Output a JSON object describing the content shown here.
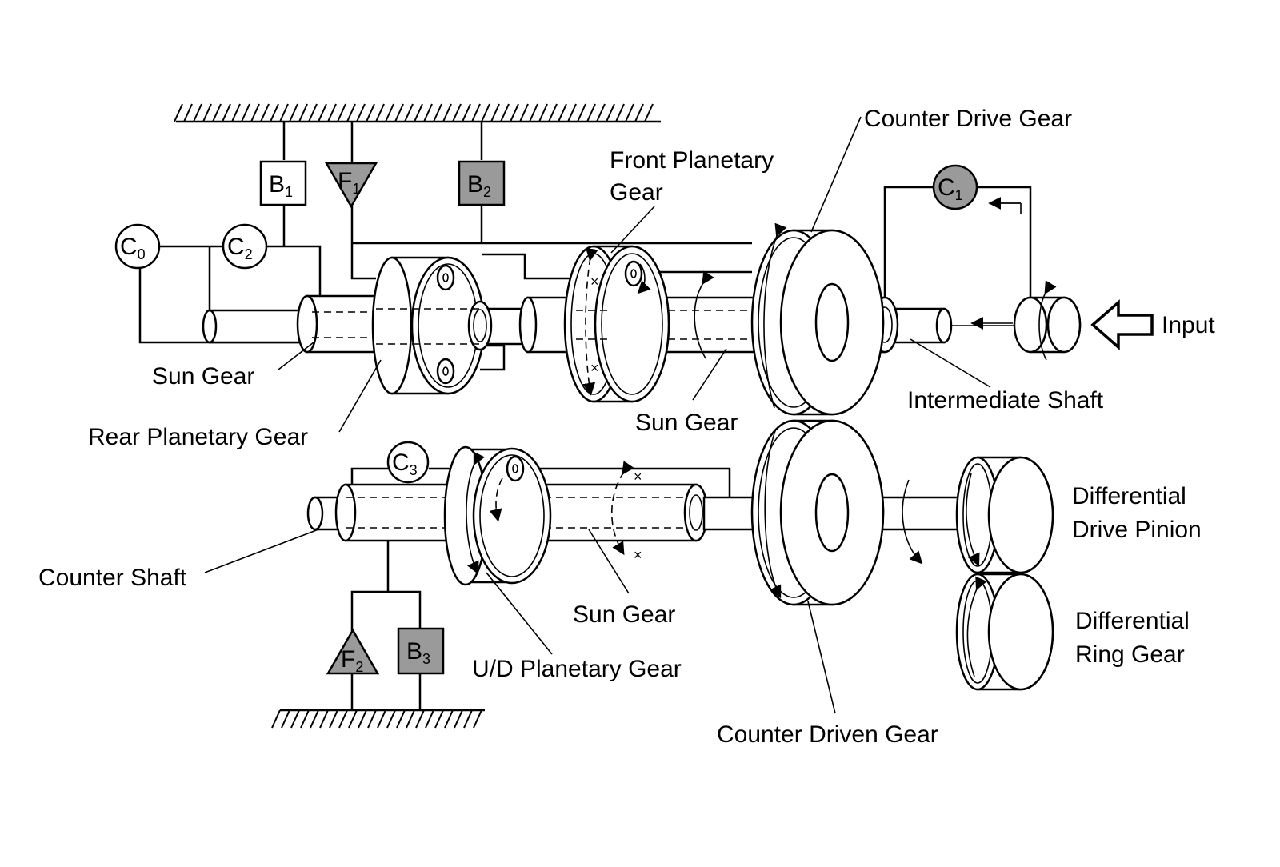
{
  "labels": {
    "counter_drive_gear": "Counter Drive Gear",
    "front_planetary_line1": "Front Planetary",
    "front_planetary_line2": "Gear",
    "input": "Input",
    "sun_gear_left": "Sun Gear",
    "rear_planetary_gear": "Rear Planetary Gear",
    "sun_gear_center": "Sun Gear",
    "intermediate_shaft": "Intermediate Shaft",
    "counter_shaft": "Counter Shaft",
    "sun_gear_lower": "Sun Gear",
    "ud_planetary_gear": "U/D Planetary Gear",
    "counter_driven_gear": "Counter Driven Gear",
    "differential_drive_pinion_line1": "Differential",
    "differential_drive_pinion_line2": "Drive Pinion",
    "differential_ring_gear_line1": "Differential",
    "differential_ring_gear_line2": "Ring Gear"
  },
  "elements": {
    "b1": {
      "letter": "B",
      "sub": "1"
    },
    "b2": {
      "letter": "B",
      "sub": "2"
    },
    "b3": {
      "letter": "B",
      "sub": "3"
    },
    "f1": {
      "letter": "F",
      "sub": "1"
    },
    "f2": {
      "letter": "F",
      "sub": "2"
    },
    "c0": {
      "letter": "C",
      "sub": "0"
    },
    "c1": {
      "letter": "C",
      "sub": "1"
    },
    "c2": {
      "letter": "C",
      "sub": "2"
    },
    "c3": {
      "letter": "C",
      "sub": "3"
    }
  },
  "colors": {
    "line": "#000000",
    "applied_fill": "#9a9a9a",
    "background": "#ffffff"
  }
}
